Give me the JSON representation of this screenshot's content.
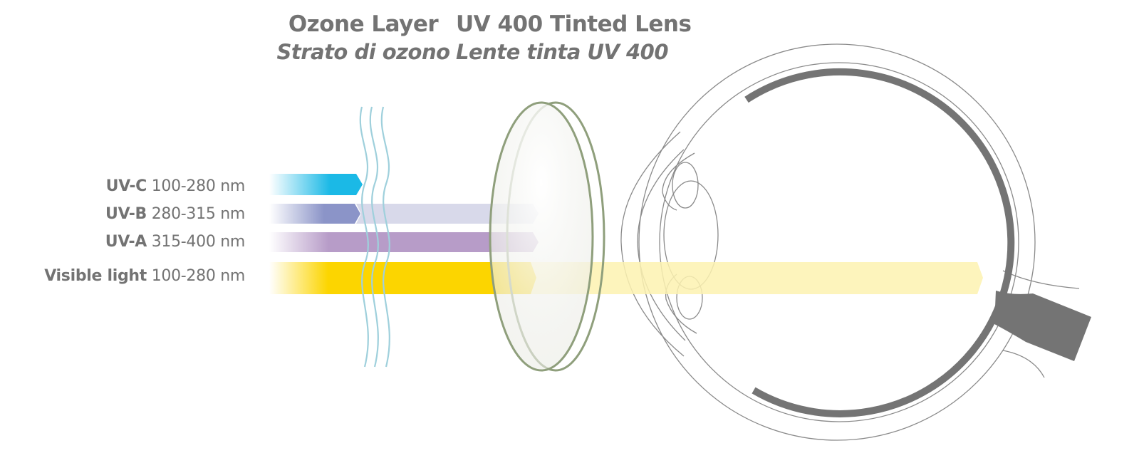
{
  "headings": {
    "ozone": {
      "en": "Ozone Layer",
      "it": "Strato di ozono"
    },
    "lens": {
      "en": "UV 400 Tinted Lens",
      "it": "Lente tinta UV 400"
    }
  },
  "rays": [
    {
      "name": "UV-C",
      "range": "100-280 nm",
      "color": "#1bb9e6"
    },
    {
      "name": "UV-B",
      "range": "280-315 nm",
      "color": "#8b94c8"
    },
    {
      "name": "UV-A",
      "range": "315-400 nm",
      "color": "#b79cc8"
    },
    {
      "name": "Visible light",
      "range": "100-280 nm",
      "color": "#fcd500"
    }
  ],
  "colors": {
    "text": "#737373",
    "ozone_waves": "#9fd0dc",
    "lens_rim": "#8f9f7c",
    "eye_outline": "#8a8a8a",
    "retina": "#747474",
    "uvb_passed": "#d8d9ea",
    "visible_passed": "#fdf2b0"
  }
}
